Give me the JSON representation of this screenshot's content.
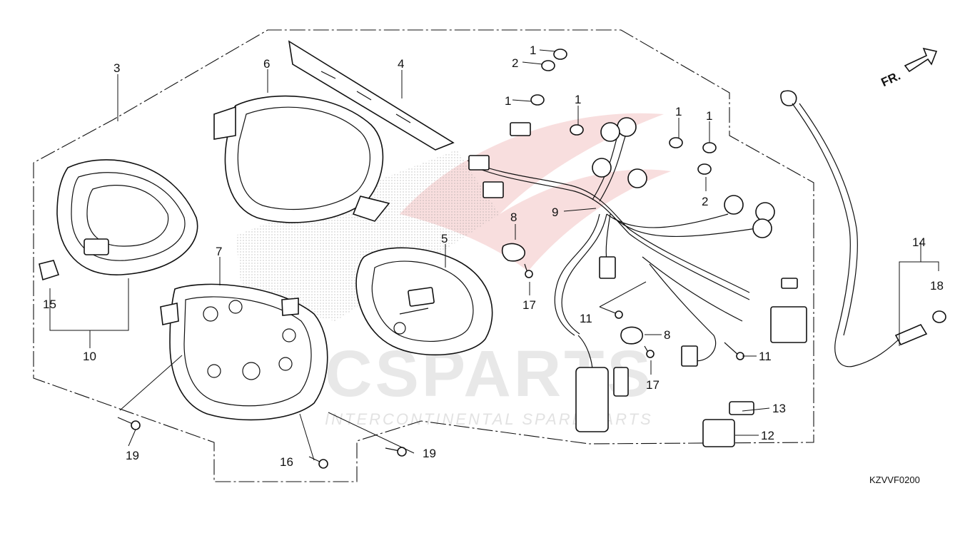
{
  "diagram": {
    "diagram_code": "KZVVF0200",
    "front_marker": "FR.",
    "watermark": {
      "brand": "CSPARTS",
      "tagline": "INTERCONTINENTAL SPARE PARTS"
    },
    "callouts": {
      "c1a": "1",
      "c1b": "1",
      "c1c": "1",
      "c1d": "1",
      "c1e": "1",
      "c2a": "2",
      "c2b": "2",
      "c3": "3",
      "c4": "4",
      "c5": "5",
      "c6": "6",
      "c7": "7",
      "c8a": "8",
      "c8b": "8",
      "c9": "9",
      "c10": "10",
      "c11a": "11",
      "c11b": "11",
      "c12": "12",
      "c13": "13",
      "c14": "14",
      "c15": "15",
      "c16": "16",
      "c17a": "17",
      "c17b": "17",
      "c18": "18",
      "c19a": "19",
      "c19b": "19"
    },
    "colors": {
      "line": "#111111",
      "watermark_red": "#f2c6c6",
      "watermark_gray": "#e6e6e6"
    }
  }
}
